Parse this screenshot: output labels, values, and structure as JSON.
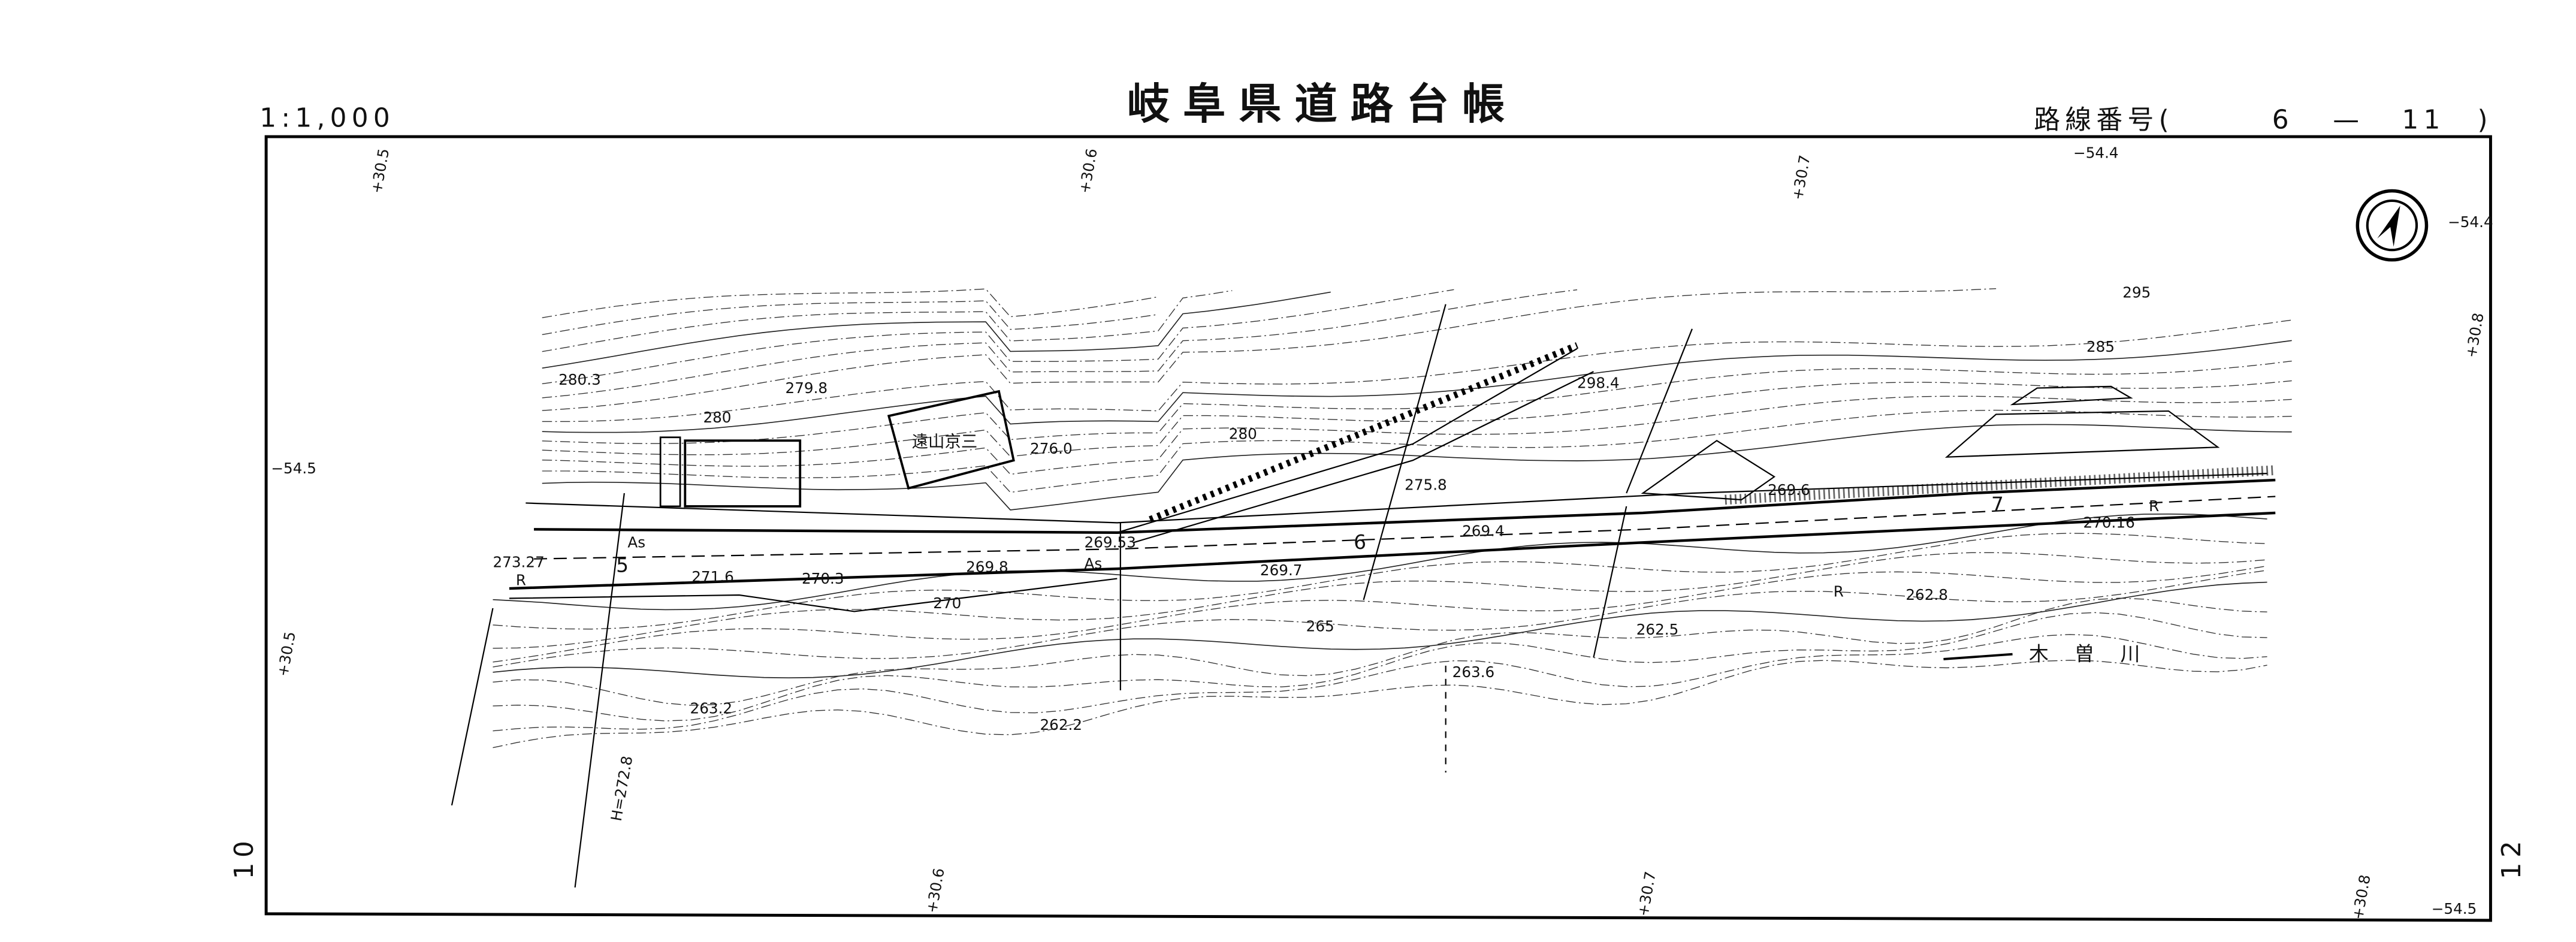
{
  "header": {
    "scale": "1:1,000",
    "title": "岐阜県道路台帳",
    "route_label": "路線番号(",
    "route_major": "6",
    "route_dash": "—",
    "route_minor": "11",
    "route_close": ")",
    "sheet_left": "10",
    "sheet_right": "12"
  },
  "grid_labels": {
    "top_305": "+30.5",
    "top_306": "+30.6",
    "top_307": "+30.7",
    "right_308": "+30.8",
    "top_544": "−54.4",
    "right_544": "−54.4",
    "left_545": "−54.5",
    "left_305": "+30.5",
    "bottom_306": "+30.6",
    "bottom_307": "+30.7",
    "bottom_308": "+30.8",
    "bottom_545": "−54.5"
  },
  "elevations": [
    "280.3",
    "279.8",
    "280",
    "276.0",
    "280",
    "275.8",
    "298.4",
    "295",
    "285",
    "269.6",
    "270.16",
    "269.53",
    "269.4",
    "273.27",
    "271.6",
    "270.3",
    "269.8",
    "269.7",
    "270",
    "265",
    "262.5",
    "262.8",
    "263.6",
    "263.2",
    "262.2",
    "H=272.8"
  ],
  "building_name": "遠山京三",
  "river_name": "木 曽 川",
  "road_marks": {
    "as1": "As",
    "as2": "As",
    "r1": "R",
    "r2": "R",
    "r3": "R",
    "km5": "5",
    "km6": "6",
    "km7": "7"
  },
  "north_arrow": "north-arrow-icon"
}
